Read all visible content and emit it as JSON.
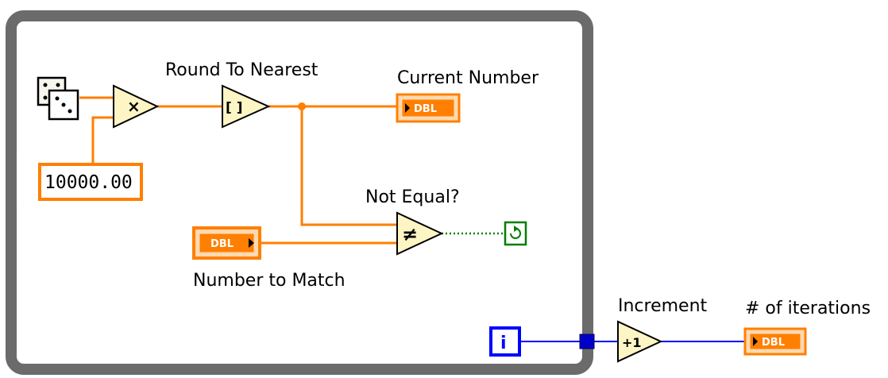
{
  "loop": {
    "kind": "while-loop"
  },
  "nodes": {
    "random": {
      "icon": "dice-icon"
    },
    "multiply": {
      "symbol": "×"
    },
    "round": {
      "label": "Round To Nearest",
      "symbol": "[ ]"
    },
    "current_number": {
      "label": "Current Number",
      "type": "DBL"
    },
    "constant": {
      "value": "10000.00"
    },
    "not_equal": {
      "label": "Not Equal?",
      "symbol": "≠"
    },
    "number_to_match": {
      "label": "Number to Match",
      "type": "DBL"
    },
    "stop_condition": {
      "icon": "loop-continue-icon"
    },
    "iteration": {
      "symbol": "i"
    },
    "increment": {
      "label": "Increment",
      "symbol": "+1"
    },
    "iterations": {
      "label": "# of iterations",
      "type": "DBL"
    }
  },
  "colors": {
    "numeric_wire": "#ff7f00",
    "integer_wire": "#0000ff",
    "boolean_wire": "#007f00",
    "loop_border": "#6b6b6b",
    "function_fill": "#fdf5c4",
    "terminal_fill": "#ffd9b0"
  }
}
